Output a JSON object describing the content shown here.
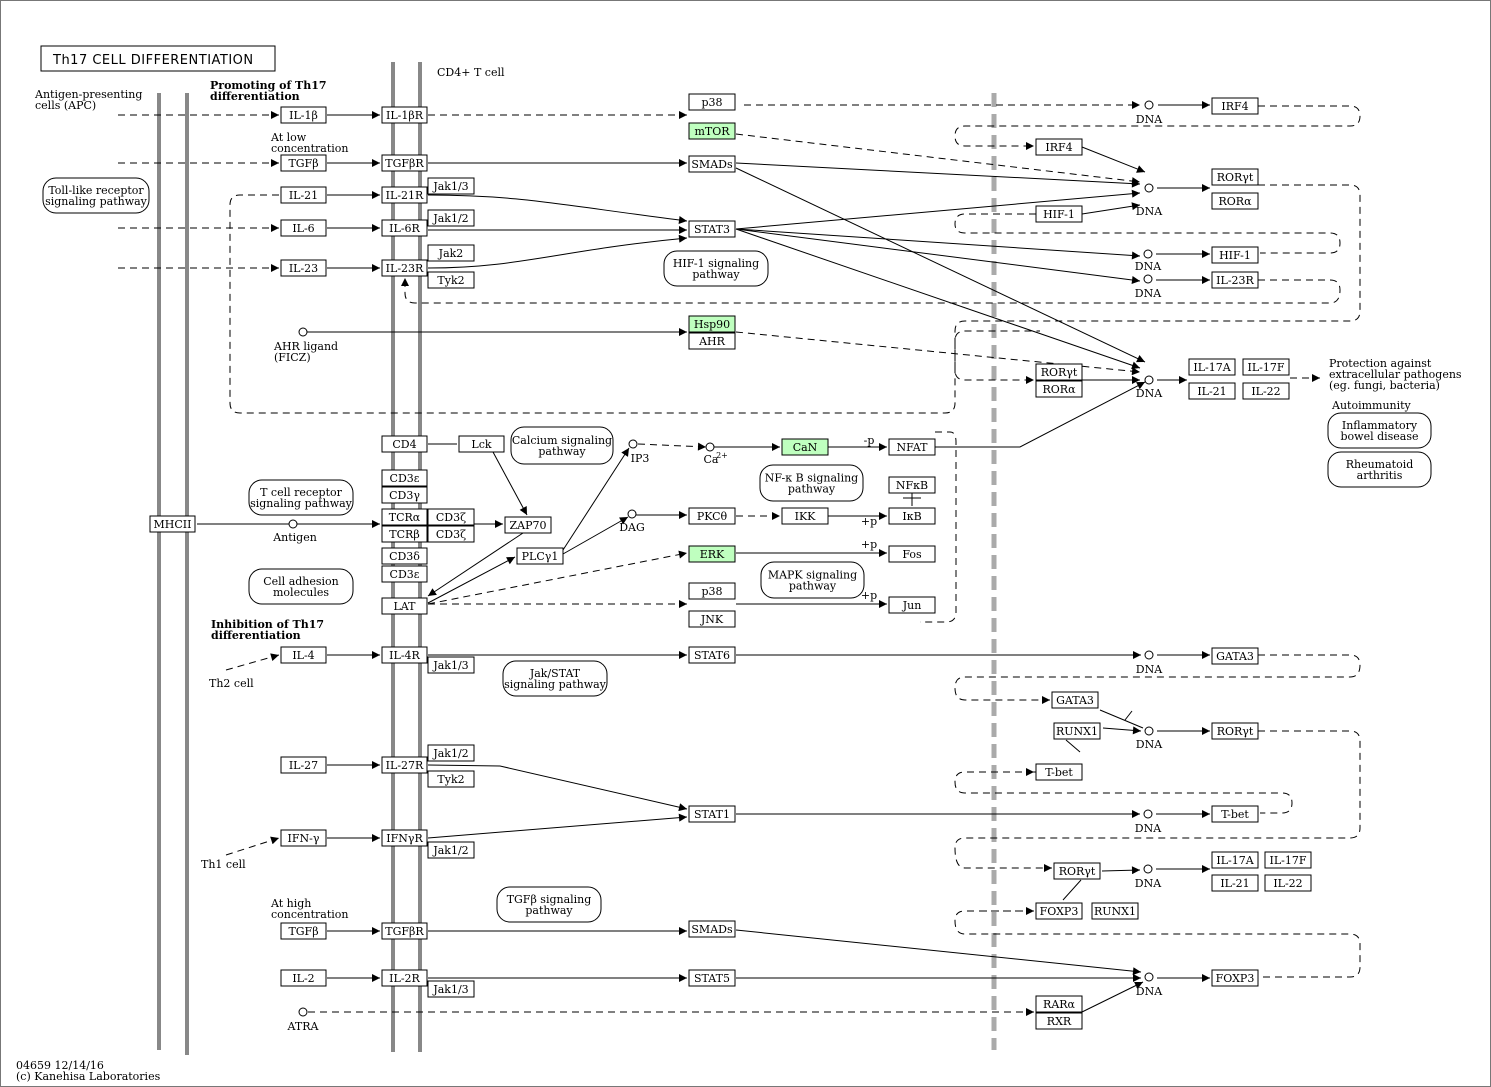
{
  "title": "Th17 CELL DIFFERENTIATION",
  "footer": {
    "id": "04659 12/14/16",
    "copyright": "(c) Kanehisa Laboratories"
  },
  "genes": [
    {
      "id": "il1b",
      "label": "IL-1β"
    },
    {
      "id": "il1br",
      "label": "IL-1βR"
    },
    {
      "id": "p38a",
      "label": "p38"
    },
    {
      "id": "mtor",
      "label": "mTOR",
      "highlight": true
    },
    {
      "id": "tgfb1",
      "label": "TGFβ"
    },
    {
      "id": "tgfbr1",
      "label": "TGFβR"
    },
    {
      "id": "smads1",
      "label": "SMADs"
    },
    {
      "id": "il21",
      "label": "IL-21"
    },
    {
      "id": "il21r",
      "label": "IL-21R"
    },
    {
      "id": "jak13a",
      "label": "Jak1/3"
    },
    {
      "id": "il6",
      "label": "IL-6"
    },
    {
      "id": "il6r",
      "label": "IL-6R"
    },
    {
      "id": "jak12a",
      "label": "Jak1/2"
    },
    {
      "id": "stat3",
      "label": "STAT3"
    },
    {
      "id": "il23",
      "label": "IL-23"
    },
    {
      "id": "il23r",
      "label": "IL-23R"
    },
    {
      "id": "jak2",
      "label": "Jak2"
    },
    {
      "id": "tyk2a",
      "label": "Tyk2"
    },
    {
      "id": "hsp90",
      "label": "Hsp90",
      "highlight": true
    },
    {
      "id": "ahr",
      "label": "AHR"
    },
    {
      "id": "cd4",
      "label": "CD4"
    },
    {
      "id": "lck",
      "label": "Lck"
    },
    {
      "id": "cd3e1",
      "label": "CD3ε"
    },
    {
      "id": "cd3g",
      "label": "CD3γ"
    },
    {
      "id": "mhcii",
      "label": "MHCII"
    },
    {
      "id": "tcra",
      "label": "TCRα"
    },
    {
      "id": "cd3z1",
      "label": "CD3ζ"
    },
    {
      "id": "tcrb",
      "label": "TCRβ"
    },
    {
      "id": "cd3z2",
      "label": "CD3ζ"
    },
    {
      "id": "zap70",
      "label": "ZAP70"
    },
    {
      "id": "cd3d",
      "label": "CD3δ"
    },
    {
      "id": "cd3e2",
      "label": "CD3ε"
    },
    {
      "id": "plcg1",
      "label": "PLCγ1"
    },
    {
      "id": "lat",
      "label": "LAT"
    },
    {
      "id": "can",
      "label": "CaN",
      "highlight": true
    },
    {
      "id": "nfat",
      "label": "NFAT"
    },
    {
      "id": "pkct",
      "label": "PKCθ"
    },
    {
      "id": "ikk",
      "label": "IKK"
    },
    {
      "id": "nfkb",
      "label": "NFκB"
    },
    {
      "id": "ikb",
      "label": "IκB"
    },
    {
      "id": "erk",
      "label": "ERK",
      "highlight": true
    },
    {
      "id": "fos",
      "label": "Fos"
    },
    {
      "id": "p38b",
      "label": "p38"
    },
    {
      "id": "jnk",
      "label": "JNK"
    },
    {
      "id": "jun",
      "label": "Jun"
    },
    {
      "id": "il4",
      "label": "IL-4"
    },
    {
      "id": "il4r",
      "label": "IL-4R"
    },
    {
      "id": "jak13b",
      "label": "Jak1/3"
    },
    {
      "id": "stat6",
      "label": "STAT6"
    },
    {
      "id": "il27",
      "label": "IL-27"
    },
    {
      "id": "il27r",
      "label": "IL-27R"
    },
    {
      "id": "jak12b",
      "label": "Jak1/2"
    },
    {
      "id": "tyk2b",
      "label": "Tyk2"
    },
    {
      "id": "stat1",
      "label": "STAT1"
    },
    {
      "id": "ifng",
      "label": "IFN-γ"
    },
    {
      "id": "ifngr",
      "label": "IFNγR"
    },
    {
      "id": "jak12c",
      "label": "Jak1/2"
    },
    {
      "id": "tgfb2",
      "label": "TGFβ"
    },
    {
      "id": "tgfbr2",
      "label": "TGFβR"
    },
    {
      "id": "smads2",
      "label": "SMADs"
    },
    {
      "id": "il2",
      "label": "IL-2"
    },
    {
      "id": "il2r",
      "label": "IL-2R"
    },
    {
      "id": "jak13c",
      "label": "Jak1/3"
    },
    {
      "id": "stat5",
      "label": "STAT5"
    },
    {
      "id": "irf4a",
      "label": "IRF4"
    },
    {
      "id": "irf4b",
      "label": "IRF4"
    },
    {
      "id": "roryt1",
      "label": "RORγt"
    },
    {
      "id": "rora1",
      "label": "RORα"
    },
    {
      "id": "hif1a",
      "label": "HIF-1"
    },
    {
      "id": "hif1b",
      "label": "HIF-1"
    },
    {
      "id": "il23rb",
      "label": "IL-23R"
    },
    {
      "id": "roryt2",
      "label": "RORγt"
    },
    {
      "id": "rora2",
      "label": "RORα"
    },
    {
      "id": "il17a1",
      "label": "IL-17A"
    },
    {
      "id": "il17f1",
      "label": "IL-17F"
    },
    {
      "id": "il21b",
      "label": "IL-21"
    },
    {
      "id": "il22a",
      "label": "IL-22"
    },
    {
      "id": "gata3a",
      "label": "GATA3"
    },
    {
      "id": "gata3b",
      "label": "GATA3"
    },
    {
      "id": "runx1a",
      "label": "RUNX1"
    },
    {
      "id": "roryt3",
      "label": "RORγt"
    },
    {
      "id": "tbet1",
      "label": "T-bet"
    },
    {
      "id": "tbet2",
      "label": "T-bet"
    },
    {
      "id": "roryt4",
      "label": "RORγt"
    },
    {
      "id": "il17a2",
      "label": "IL-17A"
    },
    {
      "id": "il17f2",
      "label": "IL-17F"
    },
    {
      "id": "il21c",
      "label": "IL-21"
    },
    {
      "id": "il22b",
      "label": "IL-22"
    },
    {
      "id": "foxp3a",
      "label": "FOXP3"
    },
    {
      "id": "runx1b",
      "label": "RUNX1"
    },
    {
      "id": "rara",
      "label": "RARα"
    },
    {
      "id": "rxr",
      "label": "RXR"
    },
    {
      "id": "foxp3b",
      "label": "FOXP3"
    }
  ],
  "pathways": [
    {
      "id": "tlr",
      "lines": [
        "Toll-like receptor",
        "signaling pathway"
      ]
    },
    {
      "id": "hif",
      "lines": [
        "HIF-1 signaling",
        "pathway"
      ]
    },
    {
      "id": "calcium",
      "lines": [
        "Calcium signaling",
        "pathway"
      ]
    },
    {
      "id": "nfkbp",
      "lines": [
        "NF-κ B signaling",
        "pathway"
      ]
    },
    {
      "id": "tcr",
      "lines": [
        "T cell receptor",
        "signaling pathway"
      ]
    },
    {
      "id": "adhesion",
      "lines": [
        "Cell adhesion",
        "molecules"
      ]
    },
    {
      "id": "mapk",
      "lines": [
        "MAPK signaling",
        "pathway"
      ]
    },
    {
      "id": "jakstat",
      "lines": [
        "Jak/STAT",
        "signaling pathway"
      ]
    },
    {
      "id": "tgfbp",
      "lines": [
        "TGFβ signaling",
        "pathway"
      ]
    },
    {
      "id": "ibd",
      "lines": [
        "Inflammatory",
        "bowel disease"
      ]
    },
    {
      "id": "ra",
      "lines": [
        "Rheumatoid",
        "arthritis"
      ]
    }
  ],
  "labels": [
    {
      "id": "apc",
      "lines": [
        "Antigen-presenting",
        "cells (APC)"
      ]
    },
    {
      "id": "promoting",
      "lines": [
        "Promoting of Th17",
        "differentiation"
      ],
      "bold": true
    },
    {
      "id": "cd4tcell",
      "lines": [
        "CD4+ T cell"
      ]
    },
    {
      "id": "lowconc",
      "lines": [
        "At low",
        "concentration"
      ]
    },
    {
      "id": "ahrligand",
      "lines": [
        "AHR ligand",
        "(FICZ)"
      ]
    },
    {
      "id": "antigen",
      "lines": [
        "Antigen"
      ]
    },
    {
      "id": "ip3",
      "lines": [
        "IP3"
      ]
    },
    {
      "id": "ca",
      "lines": [
        "Ca"
      ]
    },
    {
      "id": "ca2",
      "lines": [
        "2+"
      ]
    },
    {
      "id": "dag",
      "lines": [
        "DAG"
      ]
    },
    {
      "id": "inhibition",
      "lines": [
        "Inhibition of Th17",
        "differentiation"
      ],
      "bold": true
    },
    {
      "id": "th2",
      "lines": [
        "Th2 cell"
      ]
    },
    {
      "id": "th1",
      "lines": [
        "Th1 cell"
      ]
    },
    {
      "id": "highconc",
      "lines": [
        "At high",
        "concentration"
      ]
    },
    {
      "id": "atra",
      "lines": [
        "ATRA"
      ]
    },
    {
      "id": "protection",
      "lines": [
        "Protection against",
        "extracellular pathogens",
        "(eg. fungi, bacteria)"
      ]
    },
    {
      "id": "autoimmunity",
      "lines": [
        "Autoimmunity"
      ]
    },
    {
      "id": "mp1",
      "lines": [
        "-p"
      ]
    },
    {
      "id": "pp1",
      "lines": [
        "+p"
      ]
    },
    {
      "id": "pp2",
      "lines": [
        "+p"
      ]
    },
    {
      "id": "pp3",
      "lines": [
        "+p"
      ]
    }
  ],
  "dna_label": "DNA"
}
